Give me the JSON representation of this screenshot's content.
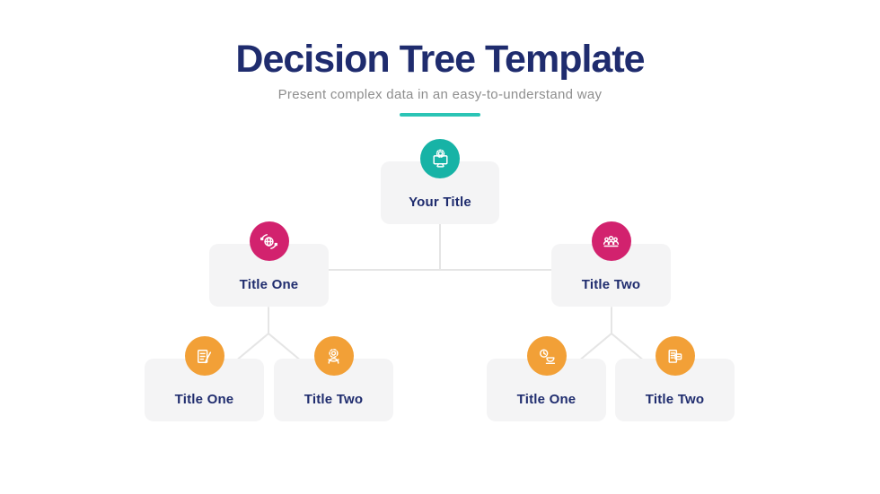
{
  "header": {
    "title": "Decision Tree Template",
    "subtitle": "Present complex data in an easy-to-understand way"
  },
  "colors": {
    "title_navy": "#1F2C6E",
    "subtitle_gray": "#8E8E8E",
    "accent_teal": "#2BC4B5",
    "root_badge_teal": "#17B3A6",
    "level2_badge_pink": "#D2226E",
    "level3_badge_orange": "#F2A037",
    "card_background": "#F4F4F5",
    "connector_gray": "#E5E5E5"
  },
  "tree": {
    "root": {
      "label": "Your Title",
      "icon": "computer-gear-icon",
      "badge_color": "#17B3A6"
    },
    "level2": [
      {
        "label": "Title One",
        "icon": "globe-sync-icon",
        "badge_color": "#D2226E"
      },
      {
        "label": "Title Two",
        "icon": "team-icon",
        "badge_color": "#D2226E"
      }
    ],
    "level3": [
      {
        "label": "Title One",
        "icon": "notebook-pencil-icon",
        "badge_color": "#F2A037"
      },
      {
        "label": "Title Two",
        "icon": "person-flower-icon",
        "badge_color": "#F2A037"
      },
      {
        "label": "Title One",
        "icon": "clock-cup-icon",
        "badge_color": "#F2A037"
      },
      {
        "label": "Title Two",
        "icon": "documents-icon",
        "badge_color": "#F2A037"
      }
    ]
  }
}
